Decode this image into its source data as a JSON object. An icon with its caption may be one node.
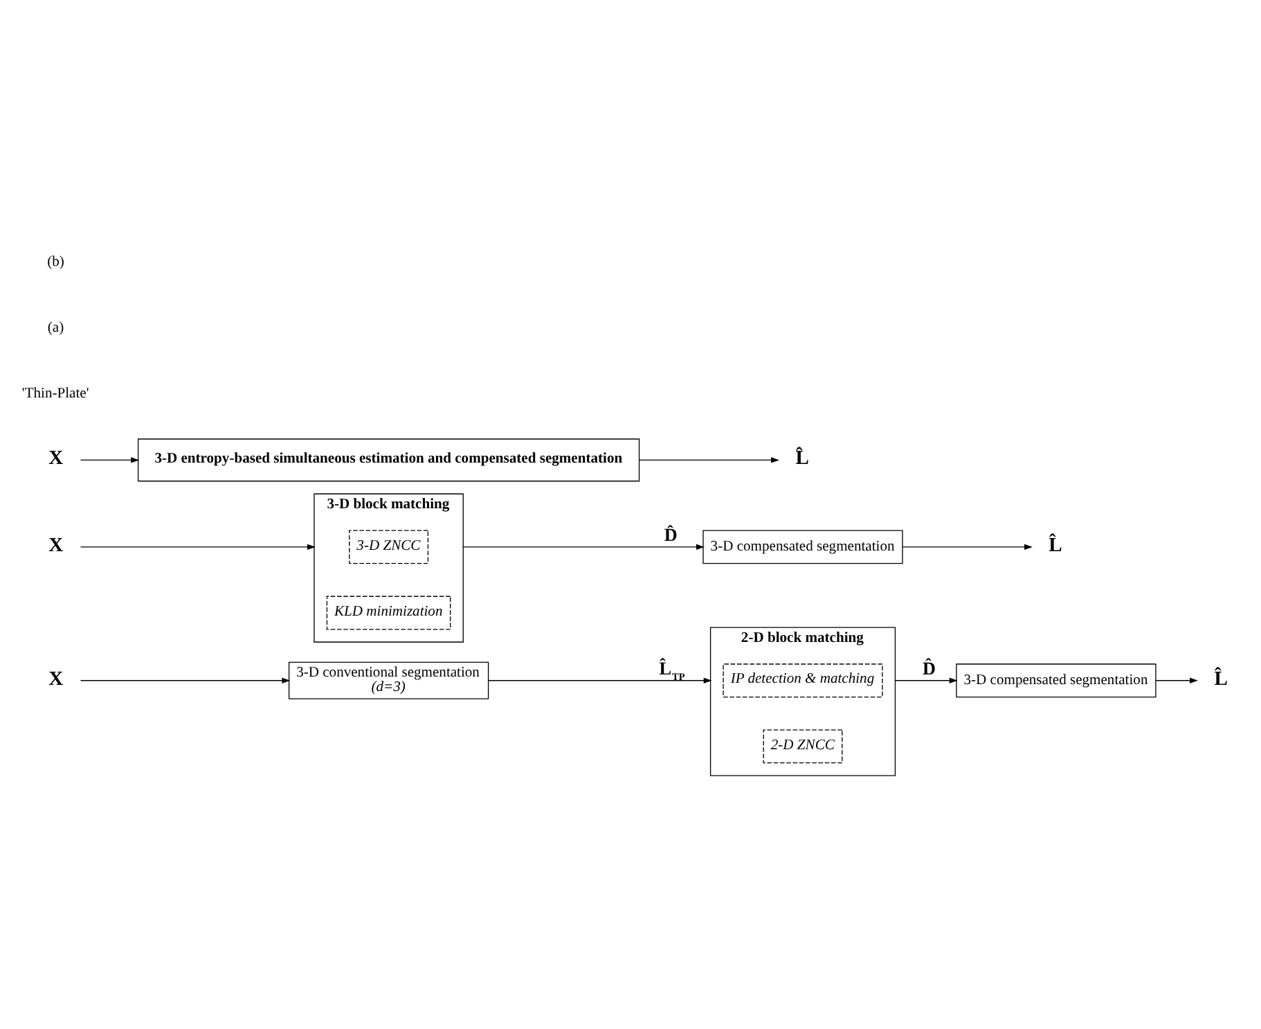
{
  "diagram": {
    "nodes": [
      {
        "text": [
          "X"
        ]
      },
      {
        "text": [
          "3-D conventional segmentation",
          "(d=3)"
        ]
      },
      {
        "text": [
          "2-D block matching"
        ]
      },
      {
        "text": [
          "IP detection & matching"
        ],
        "in": 2
      },
      {
        "text": [
          "2-D ZNCC"
        ],
        "in": 2
      },
      {
        "text": [
          "3-D compensated segmentation"
        ]
      },
      {
        "text": [
          "L̂"
        ]
      },
      {
        "text": [
          "X"
        ]
      },
      {
        "text": [
          "3-D block matching"
        ]
      },
      {
        "text": [
          "3-D ZNCC"
        ],
        "in": 8
      },
      {
        "text": [
          "KLD minimization"
        ],
        "in": 8
      },
      {
        "text": [
          "3-D compensated segmentation"
        ]
      },
      {
        "text": [
          "L̂"
        ]
      },
      {
        "text": [
          "X"
        ]
      },
      {
        "text": [
          "3-D entropy-based simultaneous estimation and compensated segmentation"
        ]
      },
      {
        "text": [
          "L̂"
        ]
      }
    ],
    "edges": [
      {
        "from": 0,
        "to": 1,
        "arrow": "to"
      },
      {
        "from": 1,
        "to": 2,
        "arrow": "to",
        "label": "L̂$_{TP}$"
      },
      {
        "from": 2,
        "to": 5,
        "arrow": "to",
        "label": "D̂"
      },
      {
        "from": 5,
        "to": 6,
        "arrow": "to"
      },
      {
        "from": 7,
        "to": 8,
        "arrow": "to"
      },
      {
        "from": 8,
        "to": 11,
        "arrow": "to",
        "label": "D̂"
      },
      {
        "from": 11,
        "to": 12,
        "arrow": "to"
      },
      {
        "from": 13,
        "to": 14,
        "arrow": "to"
      },
      {
        "from": 14,
        "to": 15,
        "arrow": "to"
      }
    ],
    "labels": [
      "'Thin-Plate'",
      "(a)",
      "(b)"
    ]
  }
}
